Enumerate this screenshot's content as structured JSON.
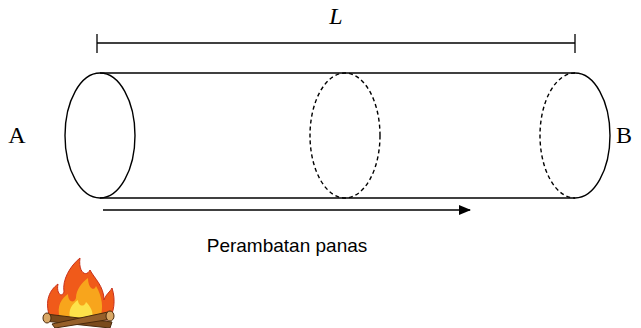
{
  "diagram": {
    "labels": [
      "L",
      "A",
      "B",
      "Perambatan panas"
    ]
  }
}
